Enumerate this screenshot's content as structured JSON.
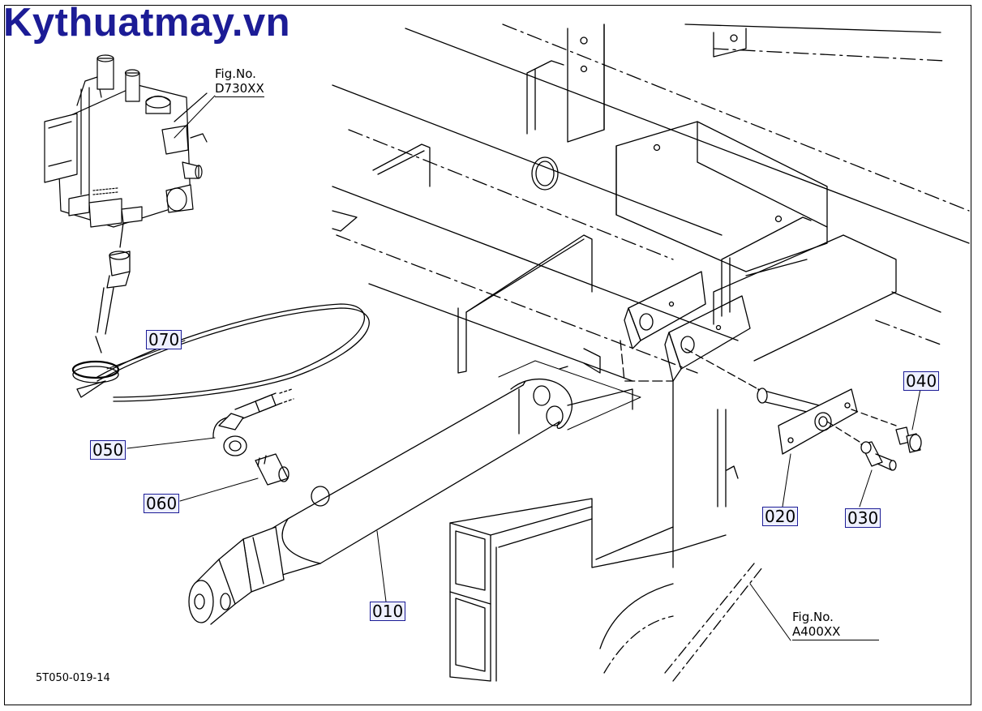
{
  "watermark": "Kythuatmay.vn",
  "sheet_code": "5T050-019-14",
  "figure_refs": [
    {
      "label": "Fig.No.",
      "code": "D730XX"
    },
    {
      "label": "Fig.No.",
      "code": "A400XX"
    }
  ],
  "parts": [
    {
      "number": "010"
    },
    {
      "number": "020"
    },
    {
      "number": "030"
    },
    {
      "number": "040"
    },
    {
      "number": "050"
    },
    {
      "number": "060"
    },
    {
      "number": "070"
    }
  ]
}
